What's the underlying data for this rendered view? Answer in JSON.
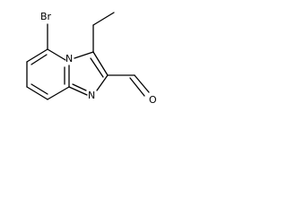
{
  "molecule": {
    "atoms": {
      "bromine": "Br",
      "ring_nitrogen_bridgehead": "N",
      "ring_nitrogen_imine": "N",
      "aldehyde_oxygen": "O"
    }
  }
}
